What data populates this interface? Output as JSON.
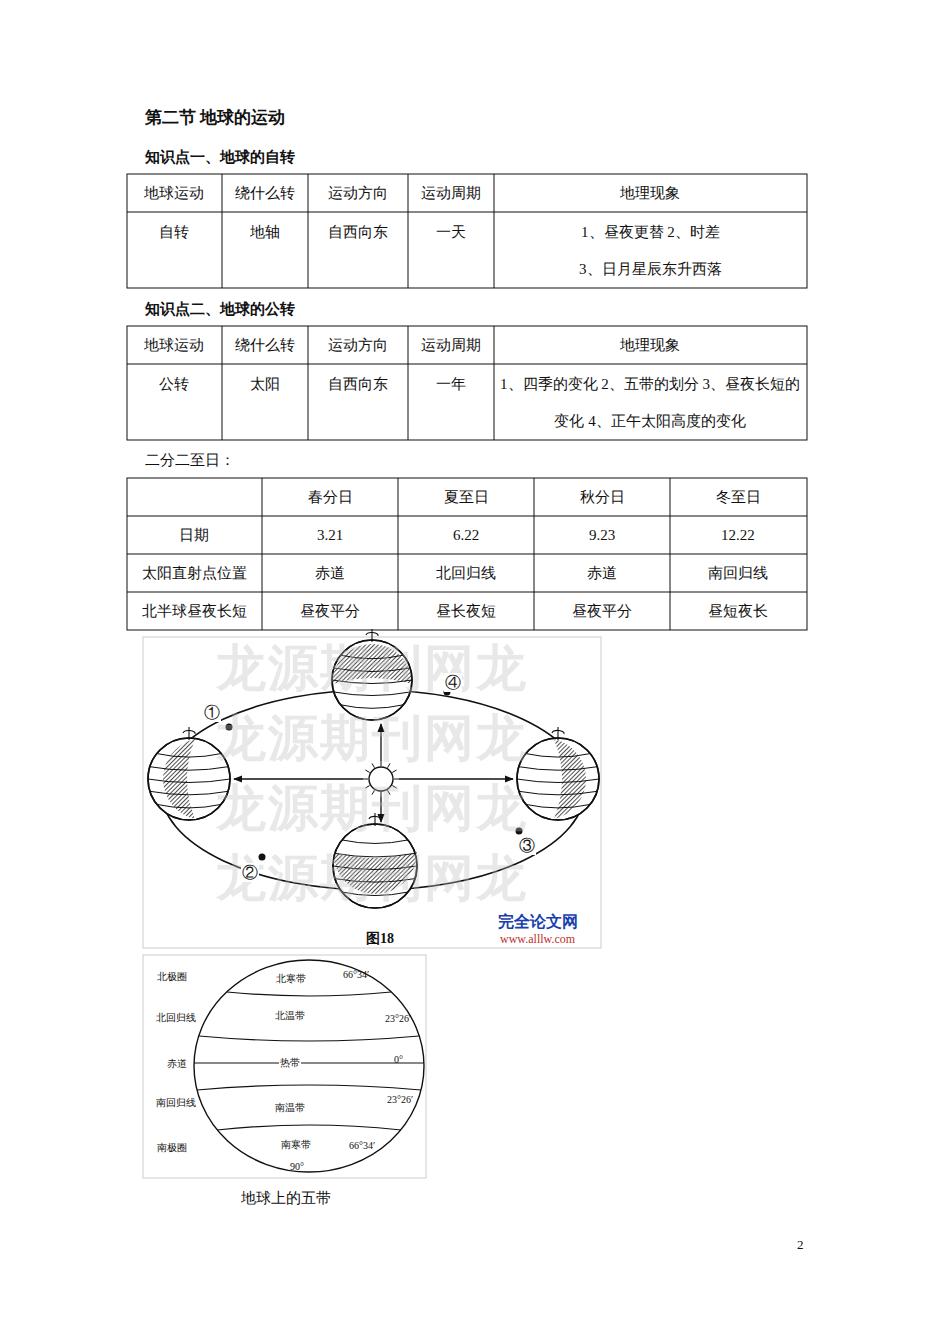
{
  "diagram": {
    "title": "第二节 地球的运动",
    "caption": "地球上的五带",
    "labels": [
      "知识点一、地球的自转",
      "地球运动",
      "绕什么转",
      "运动方向",
      "运动周期",
      "地理现象",
      "自转",
      "地轴",
      "自西向东",
      "一天",
      "1、昼夜更替 2、时差",
      "3、日月星辰东升西落",
      "知识点二、地球的公转",
      "地球运动",
      "绕什么转",
      "运动方向",
      "运动周期",
      "地理现象",
      "公转",
      "太阳",
      "自西向东",
      "一年",
      "1、四季的变化 2、五带的划分 3、昼夜长短的变化 4、正午太阳高度的变化",
      "二分二至日：",
      "春分日",
      "夏至日",
      "秋分日",
      "冬至日",
      "日期",
      "3.21",
      "6.22",
      "9.23",
      "12.22",
      "太阳直射点位置",
      "赤道",
      "北回归线",
      "赤道",
      "南回归线",
      "北半球昼夜长短",
      "昼夜平分",
      "昼长夜短",
      "昼夜平分",
      "昼短夜长",
      "龙源期刊网龙",
      "龙源期刊网龙",
      "龙源期刊网龙",
      "龙源期刊网龙",
      "①",
      "②",
      "③",
      "④",
      "图18",
      "完全论文网",
      "www.alllw.com",
      "北极圈",
      "北寒带",
      "66°34′",
      "北回归线",
      "北温带",
      "23°26′",
      "赤道",
      "热带",
      "0°",
      "南回归线",
      "南温带",
      "23°26′",
      "南极圈",
      "南寒带",
      "66°34′",
      "90°",
      "2"
    ]
  }
}
